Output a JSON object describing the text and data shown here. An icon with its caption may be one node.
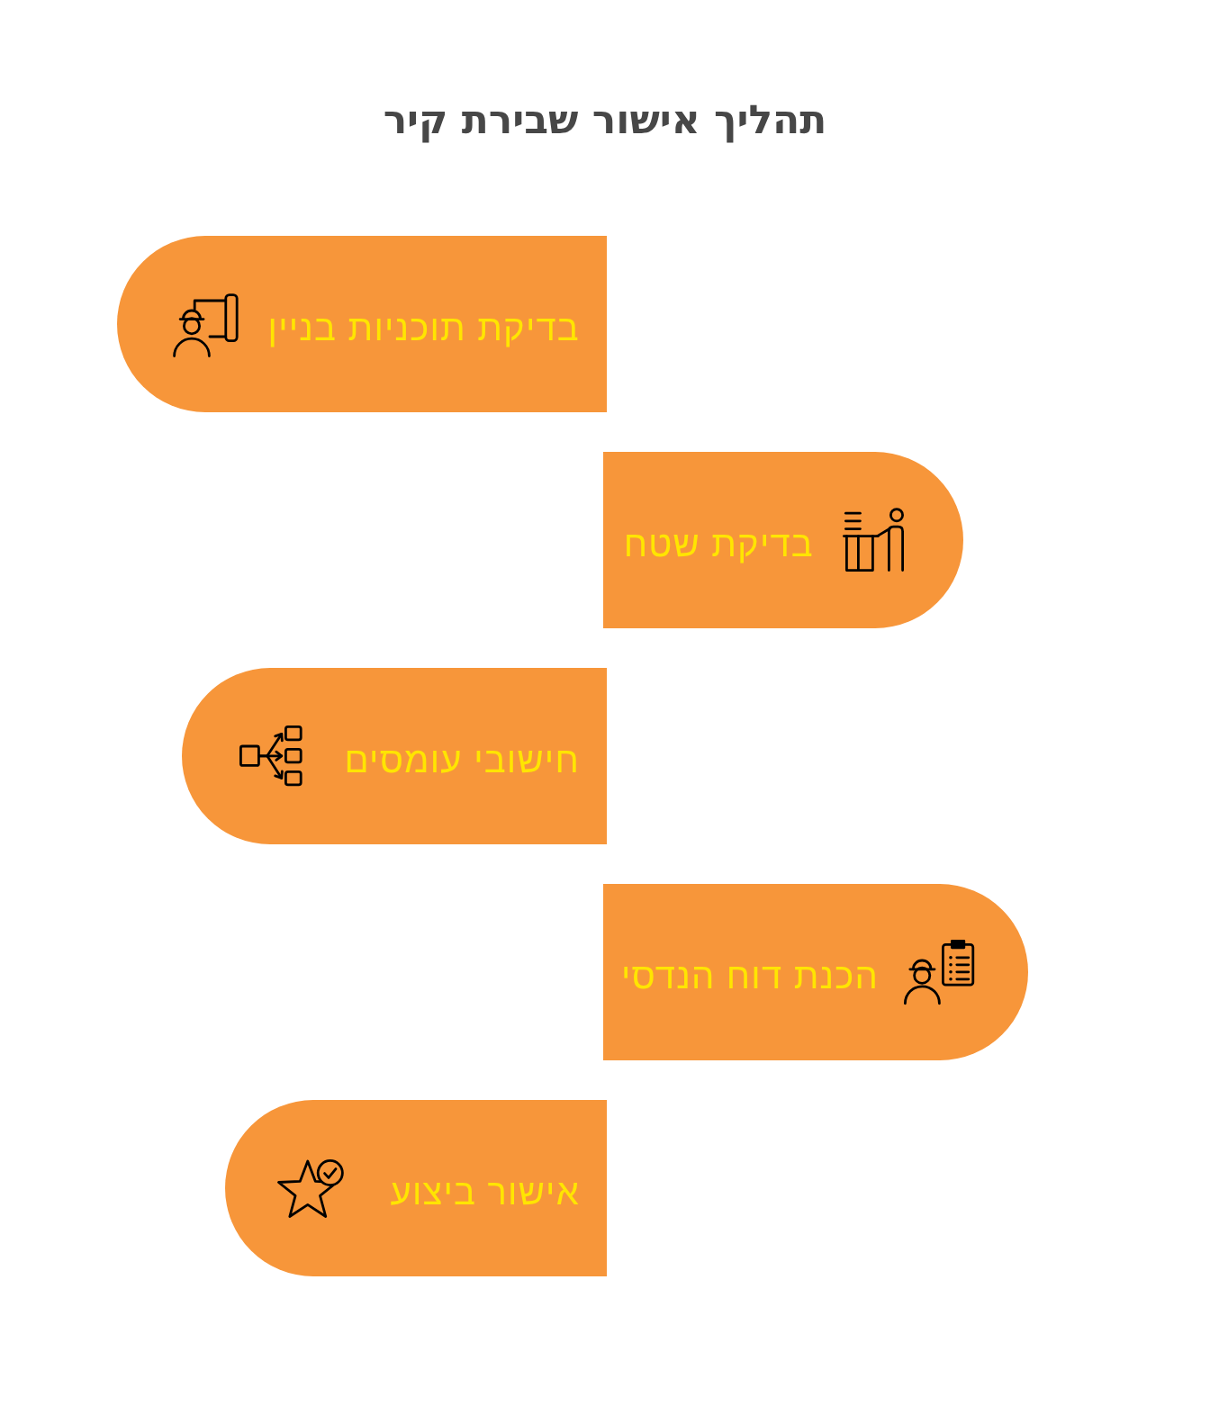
{
  "diagram": {
    "title": "תהליך אישור שבירת קיר",
    "nodes": [
      {
        "text": [
          "בדיקת תוכניות בניין"
        ]
      },
      {
        "text": [
          "בדיקת שטח"
        ]
      },
      {
        "text": [
          "חישובי עומסים"
        ]
      },
      {
        "text": [
          "הכנת דוח הנדסי"
        ]
      },
      {
        "text": [
          "אישור ביצוע"
        ]
      }
    ]
  }
}
